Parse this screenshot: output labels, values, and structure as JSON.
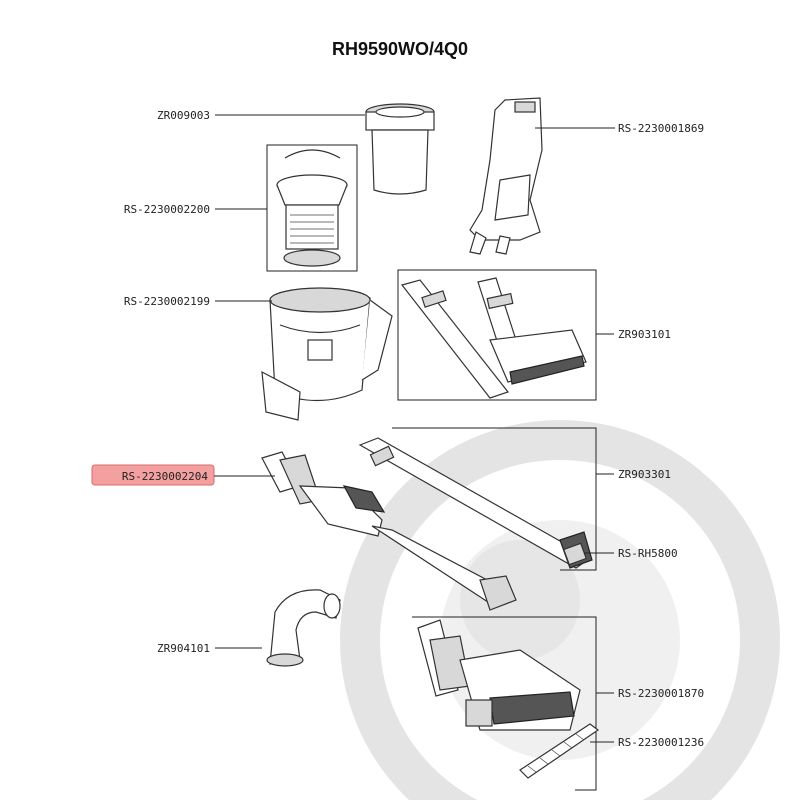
{
  "title": "RH9590WO/4Q0",
  "highlight_color": "#f5a0a0",
  "parts": [
    {
      "id": "ZR009003",
      "label": "ZR009003"
    },
    {
      "id": "RS-2230001869",
      "label": "RS-2230001869"
    },
    {
      "id": "RS-2230002200",
      "label": "RS-2230002200"
    },
    {
      "id": "RS-2230002199",
      "label": "RS-2230002199"
    },
    {
      "id": "ZR903101",
      "label": "ZR903101"
    },
    {
      "id": "RS-2230002204",
      "label": "RS-2230002204",
      "highlighted": true
    },
    {
      "id": "ZR903301",
      "label": "ZR903301"
    },
    {
      "id": "RS-RH5800",
      "label": "RS-RH5800"
    },
    {
      "id": "ZR904101",
      "label": "ZR904101"
    },
    {
      "id": "RS-2230001870",
      "label": "RS-2230001870"
    },
    {
      "id": "RS-2230001236",
      "label": "RS-2230001236"
    }
  ]
}
